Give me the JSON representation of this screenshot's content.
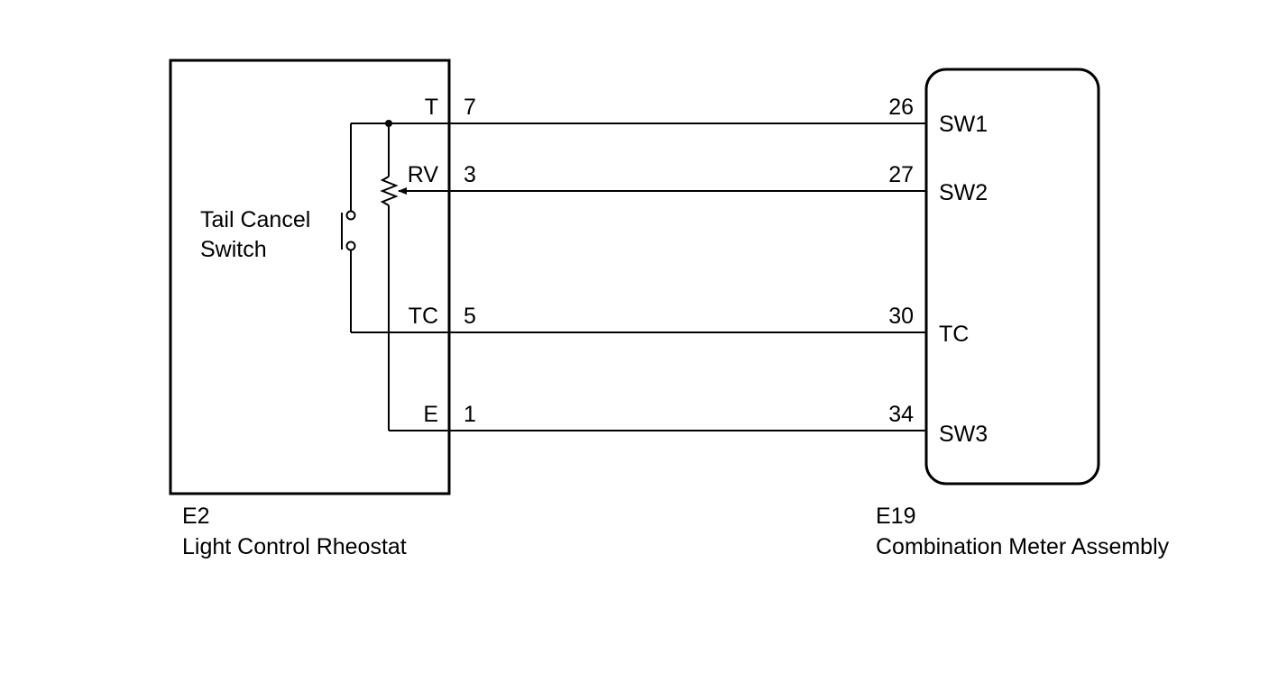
{
  "left_component": {
    "code": "E2",
    "name": "Light Control Rheostat",
    "internal_switch": [
      "Tail Cancel",
      "Switch"
    ]
  },
  "right_component": {
    "code": "E19",
    "name": "Combination Meter Assembly"
  },
  "connections": [
    {
      "left_terminal": "T",
      "left_pin": "7",
      "right_pin": "26",
      "right_terminal": "SW1"
    },
    {
      "left_terminal": "RV",
      "left_pin": "3",
      "right_pin": "27",
      "right_terminal": "SW2"
    },
    {
      "left_terminal": "TC",
      "left_pin": "5",
      "right_pin": "30",
      "right_terminal": "TC"
    },
    {
      "left_terminal": "E",
      "left_pin": "1",
      "right_pin": "34",
      "right_terminal": "SW3"
    }
  ]
}
